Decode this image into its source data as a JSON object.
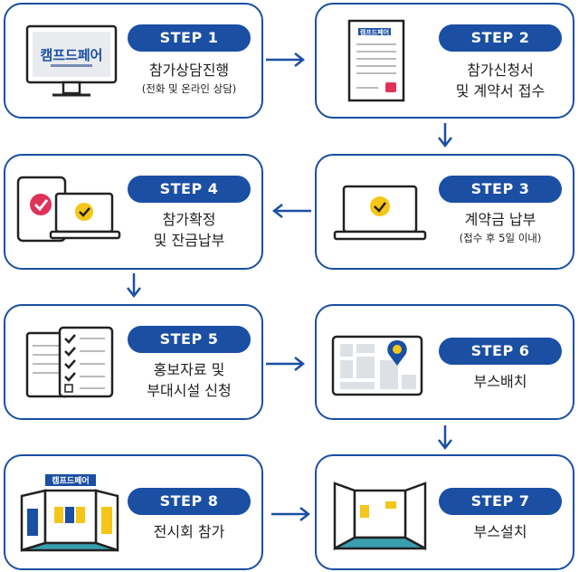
{
  "colors": {
    "brand": "#1a4fa3",
    "accent_yellow": "#f5c518",
    "accent_red": "#e0315b",
    "floor_teal": "#3a9fb0"
  },
  "logo_text": "캠프드페어",
  "steps": [
    {
      "label": "STEP 1",
      "title": "참가상담진행",
      "subtitle": "(전화 및 온라인 상담)"
    },
    {
      "label": "STEP 2",
      "title_line1": "참가신청서",
      "title_line2": "및 계약서 접수"
    },
    {
      "label": "STEP 3",
      "title": "계약금 납부",
      "subtitle": "(접수 후 5일 이내)"
    },
    {
      "label": "STEP 4",
      "title_line1": "참가확정",
      "title_line2": "및 잔금납부"
    },
    {
      "label": "STEP 5",
      "title_line1": "홍보자료 및",
      "title_line2": "부대시설 신청"
    },
    {
      "label": "STEP 6",
      "title": "부스배치"
    },
    {
      "label": "STEP 7",
      "title": "부스설치"
    },
    {
      "label": "STEP 8",
      "title": "전시회 참가"
    }
  ],
  "icons": {
    "step1": "monitor-icon",
    "step2": "document-icon",
    "step3": "laptop-check-icon",
    "step4": "devices-check-icon",
    "step5": "checklist-icon",
    "step6": "map-pin-icon",
    "step7": "booth-empty-icon",
    "step8": "booth-furnished-icon"
  }
}
